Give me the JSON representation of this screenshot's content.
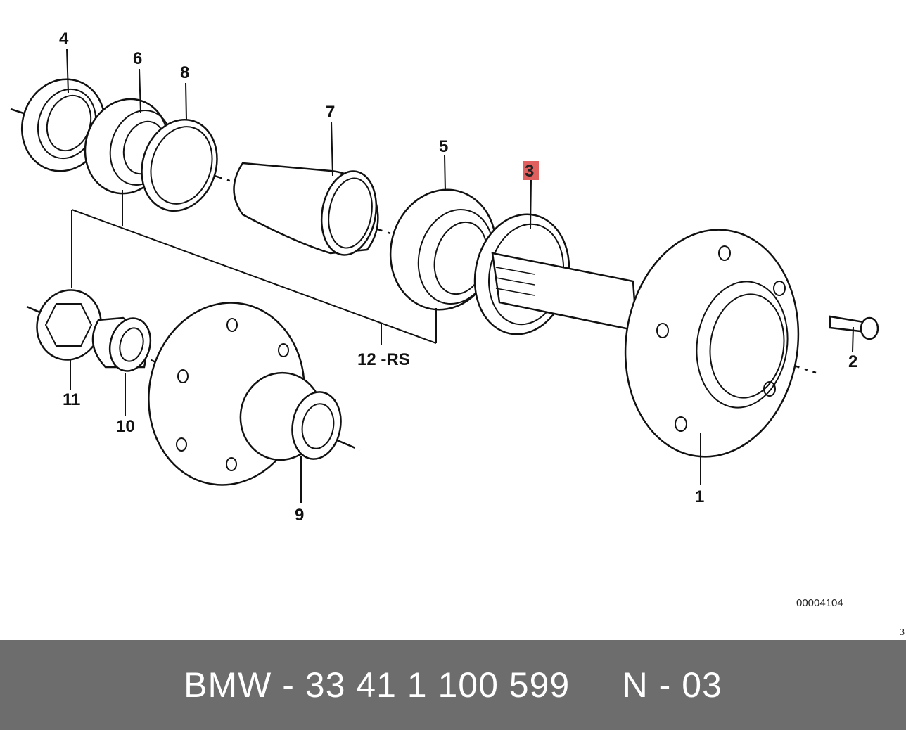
{
  "diagram": {
    "labels": {
      "p1": "1",
      "p2": "2",
      "p3": "3",
      "p4": "4",
      "p5": "5",
      "p6": "6",
      "p7": "7",
      "p8": "8",
      "p9": "9",
      "p10": "10",
      "p11": "11",
      "p12": "12 -RS"
    },
    "highlighted_part": "3",
    "highlight_color": "#e06060",
    "drawing_number": "00004104"
  },
  "page_number": "3",
  "footer": {
    "text": "BMW - 33 41 1 100 599     N - 03",
    "background": "#6d6d6d"
  }
}
